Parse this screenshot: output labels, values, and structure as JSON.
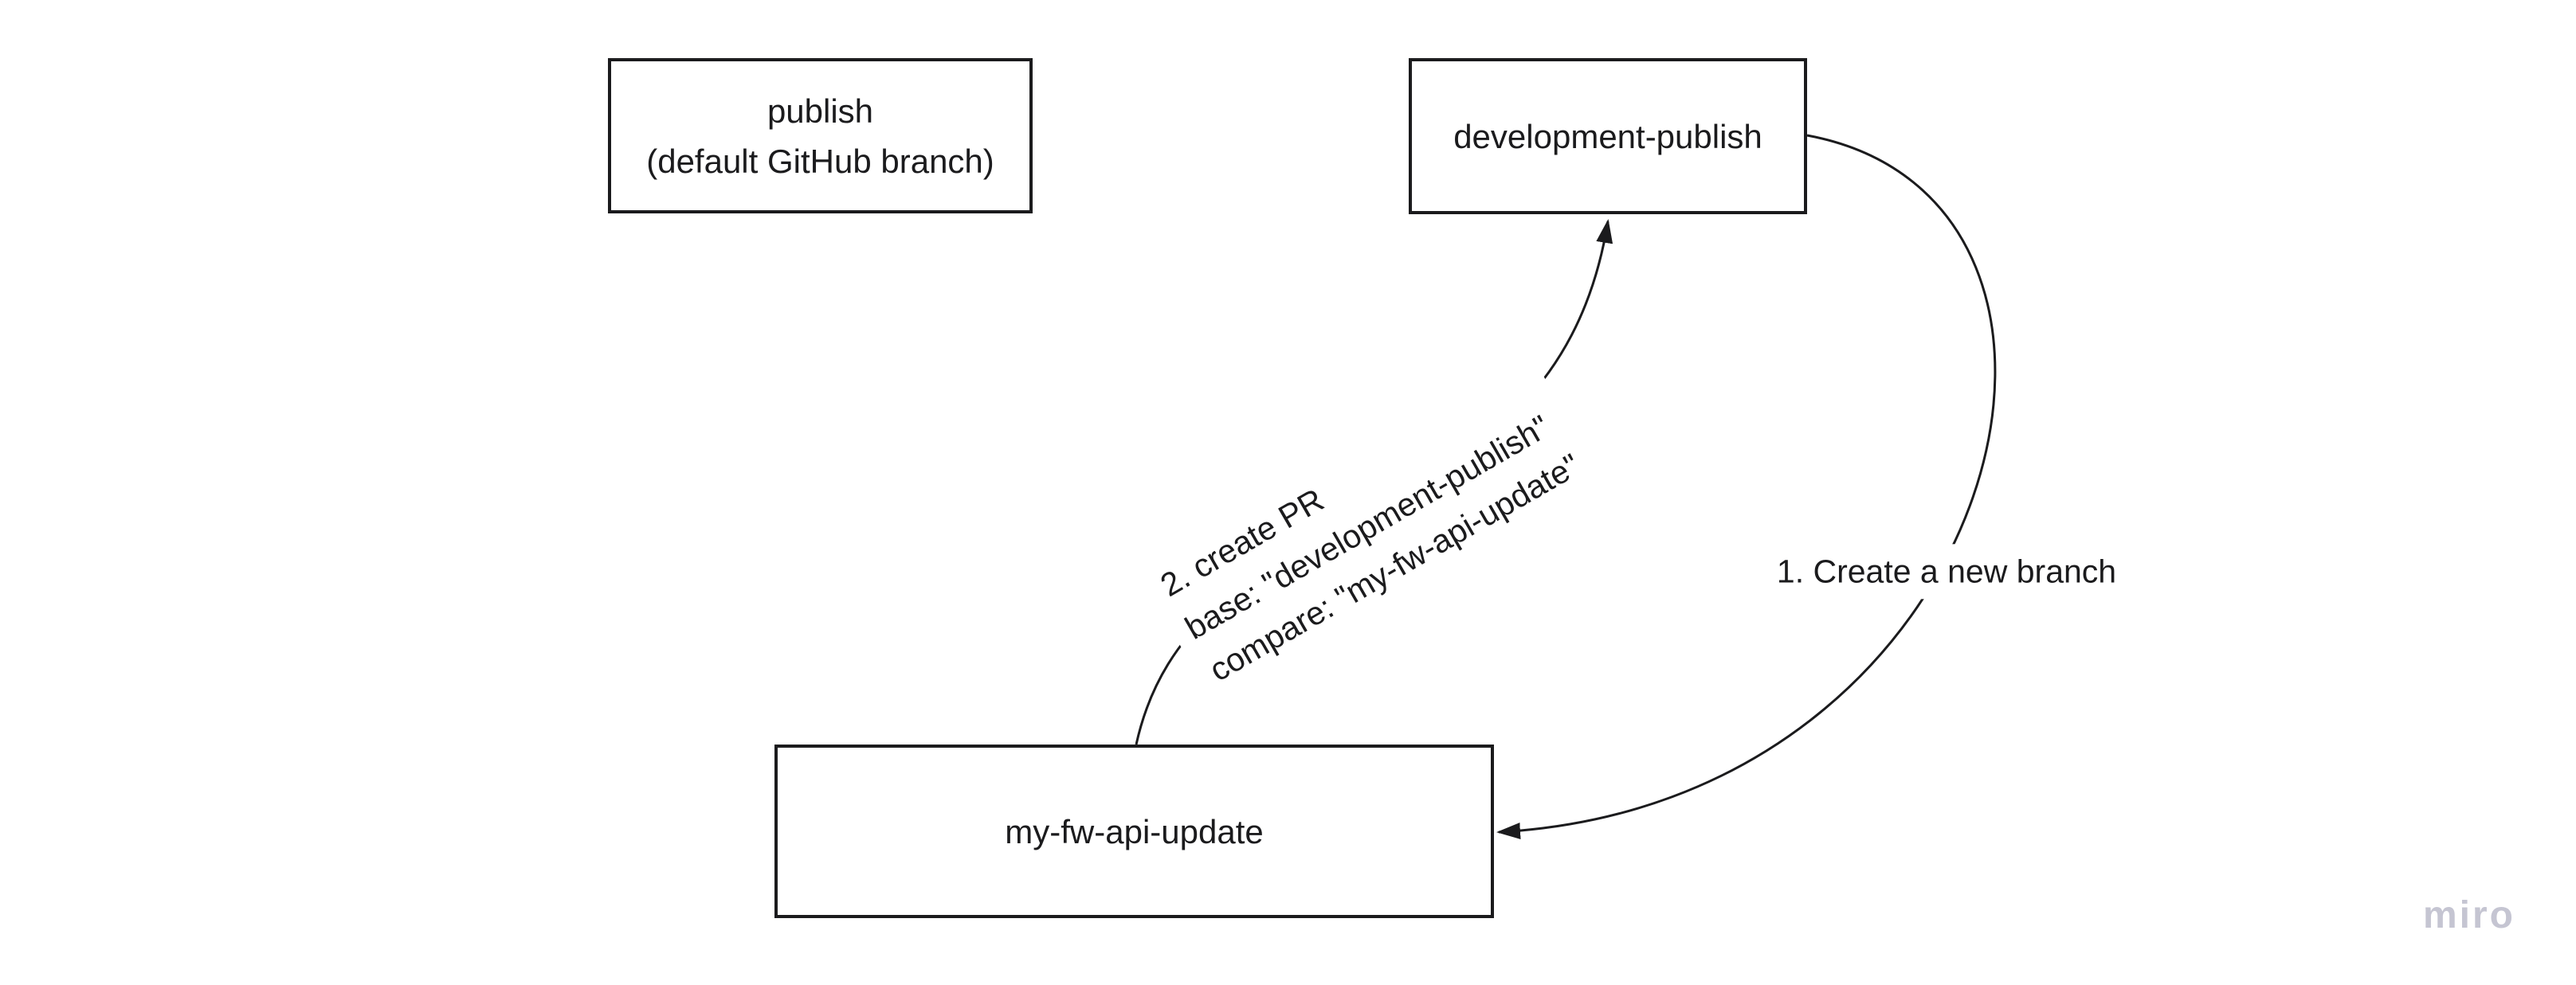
{
  "diagram": {
    "nodes": {
      "publish": {
        "line1": "publish",
        "line2": "(default GitHub branch)"
      },
      "development_publish": {
        "label": "development-publish"
      },
      "my_fw_api_update": {
        "label": "my-fw-api-update"
      }
    },
    "connectors": {
      "create_branch": {
        "label": "1. Create a new branch"
      },
      "create_pr": {
        "line1": "2. create PR",
        "line2": "base: \"development-publish\"",
        "line3": "compare: \"my-fw-api-update\""
      }
    },
    "watermark": {
      "label": "miro"
    },
    "colors": {
      "background": "#ffffff",
      "stroke": "#1b1b1d",
      "text": "#1b1b1d",
      "watermark": "#c5c5d2"
    }
  }
}
